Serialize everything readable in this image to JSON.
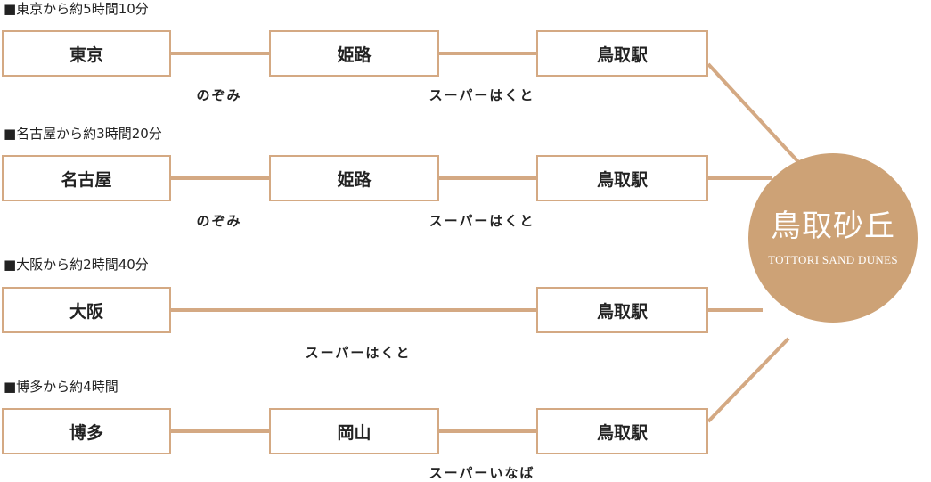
{
  "routes": [
    {
      "heading": "■東京から約5時間10分",
      "stations": [
        "東京",
        "姫路",
        "鳥取駅"
      ],
      "trains": [
        "のぞみ",
        "スーパーはくと"
      ]
    },
    {
      "heading": "■名古屋から約3時間20分",
      "stations": [
        "名古屋",
        "姫路",
        "鳥取駅"
      ],
      "trains": [
        "のぞみ",
        "スーパーはくと"
      ]
    },
    {
      "heading": "■大阪から約2時間40分",
      "stations": [
        "大阪",
        "鳥取駅"
      ],
      "trains": [
        "スーパーはくと"
      ]
    },
    {
      "heading": "■博多から約4時間",
      "stations": [
        "博多",
        "岡山",
        "鳥取駅"
      ],
      "trains": [
        "",
        "スーパーいなば"
      ]
    }
  ],
  "destination": {
    "name": "鳥取砂丘",
    "subtitle": "TOTTORI SAND DUNES"
  },
  "colors": {
    "line": "#d4a983",
    "circle": "#cda276",
    "text": "#222222"
  }
}
